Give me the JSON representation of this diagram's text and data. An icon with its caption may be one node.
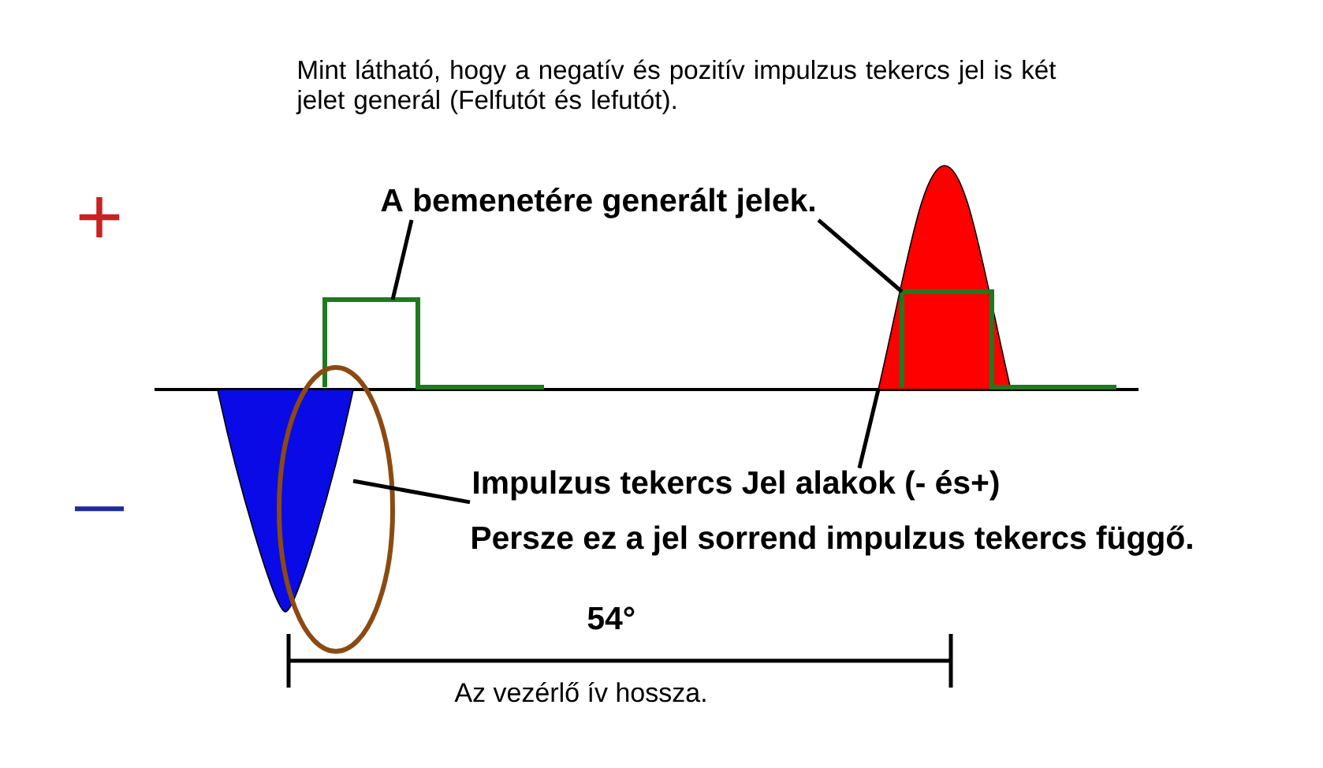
{
  "diagram": {
    "nodes": [
      {
        "text": [
          "A bemenetére generált jelek."
        ]
      },
      {
        "text": [],
        "shape": "box"
      },
      {
        "text": [],
        "shape": "box"
      },
      {
        "text": [],
        "shape": "pulse"
      },
      {
        "text": [],
        "shape": "pulse"
      },
      {
        "text": [
          "Impulzus tekercs Jel alakok (- és+)"
        ]
      }
    ],
    "edges": [
      {
        "from": 0,
        "to": 1,
        "arrow": "none"
      },
      {
        "from": 0,
        "to": 2,
        "arrow": "none"
      },
      {
        "from": 5,
        "to": 3,
        "arrow": "none"
      },
      {
        "from": 5,
        "to": 4,
        "arrow": "none"
      }
    ],
    "labels": [
      "Mint látható, hogy a negatív és pozitív impulzus tekercs jel is két jelet generál (Felfutót és lefutót).",
      "+",
      "—",
      "Persze ez a jel sorrend impulzus tekercs függő.",
      "54°",
      "Az vezérlő ív hossza."
    ]
  }
}
